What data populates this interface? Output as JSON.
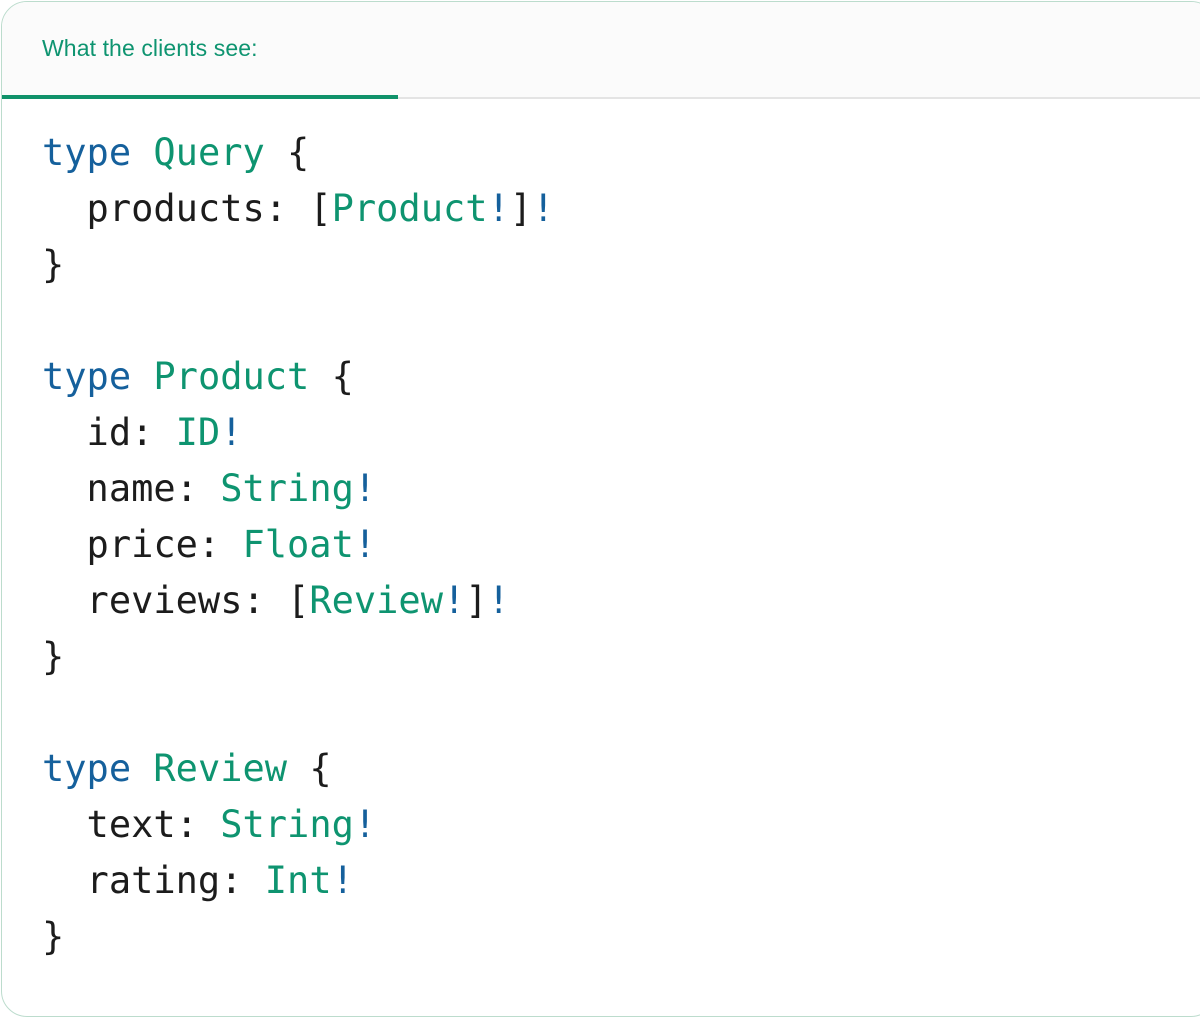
{
  "card": {
    "border_color": "#bcdccd",
    "background": "#ffffff"
  },
  "header": {
    "active_tab_label": "What the clients see:",
    "accent_color": "#0e9470",
    "underline_color": "#10926a",
    "strip_background": "#fbfbfb",
    "divider_color": "#e4e4e4"
  },
  "syntax_colors": {
    "keyword": "#15609c",
    "type_name": "#0e9470",
    "field_name": "#1c1c1c",
    "punctuation": "#1c1c1c",
    "non_null_bang": "#15609c"
  },
  "code": {
    "language": "graphql",
    "raw": "type Query {\n  products: [Product!]!\n}\n\ntype Product {\n  id: ID!\n  name: String!\n  price: Float!\n  reviews: [Review!]!\n}\n\ntype Review {\n  text: String!\n  rating: Int!\n}",
    "lines": [
      {
        "id": "l1",
        "tokens": [
          {
            "t": "type",
            "c": "kw"
          },
          {
            "t": " ",
            "c": "punct"
          },
          {
            "t": "Query",
            "c": "type"
          },
          {
            "t": " {",
            "c": "punct"
          }
        ]
      },
      {
        "id": "l2",
        "tokens": [
          {
            "t": "  products: ",
            "c": "field"
          },
          {
            "t": "[",
            "c": "punct"
          },
          {
            "t": "Product",
            "c": "type"
          },
          {
            "t": "!",
            "c": "bang"
          },
          {
            "t": "]",
            "c": "punct"
          },
          {
            "t": "!",
            "c": "bang"
          }
        ]
      },
      {
        "id": "l3",
        "tokens": [
          {
            "t": "}",
            "c": "punct"
          }
        ]
      },
      {
        "id": "l4",
        "tokens": []
      },
      {
        "id": "l5",
        "tokens": [
          {
            "t": "type",
            "c": "kw"
          },
          {
            "t": " ",
            "c": "punct"
          },
          {
            "t": "Product",
            "c": "type"
          },
          {
            "t": " {",
            "c": "punct"
          }
        ]
      },
      {
        "id": "l6",
        "tokens": [
          {
            "t": "  id: ",
            "c": "field"
          },
          {
            "t": "ID",
            "c": "type"
          },
          {
            "t": "!",
            "c": "bang"
          }
        ]
      },
      {
        "id": "l7",
        "tokens": [
          {
            "t": "  name: ",
            "c": "field"
          },
          {
            "t": "String",
            "c": "type"
          },
          {
            "t": "!",
            "c": "bang"
          }
        ]
      },
      {
        "id": "l8",
        "tokens": [
          {
            "t": "  price: ",
            "c": "field"
          },
          {
            "t": "Float",
            "c": "type"
          },
          {
            "t": "!",
            "c": "bang"
          }
        ]
      },
      {
        "id": "l9",
        "tokens": [
          {
            "t": "  reviews: ",
            "c": "field"
          },
          {
            "t": "[",
            "c": "punct"
          },
          {
            "t": "Review",
            "c": "type"
          },
          {
            "t": "!",
            "c": "bang"
          },
          {
            "t": "]",
            "c": "punct"
          },
          {
            "t": "!",
            "c": "bang"
          }
        ]
      },
      {
        "id": "l10",
        "tokens": [
          {
            "t": "}",
            "c": "punct"
          }
        ]
      },
      {
        "id": "l11",
        "tokens": []
      },
      {
        "id": "l12",
        "tokens": [
          {
            "t": "type",
            "c": "kw"
          },
          {
            "t": " ",
            "c": "punct"
          },
          {
            "t": "Review",
            "c": "type"
          },
          {
            "t": " {",
            "c": "punct"
          }
        ]
      },
      {
        "id": "l13",
        "tokens": [
          {
            "t": "  text: ",
            "c": "field"
          },
          {
            "t": "String",
            "c": "type"
          },
          {
            "t": "!",
            "c": "bang"
          }
        ]
      },
      {
        "id": "l14",
        "tokens": [
          {
            "t": "  rating: ",
            "c": "field"
          },
          {
            "t": "Int",
            "c": "type"
          },
          {
            "t": "!",
            "c": "bang"
          }
        ]
      },
      {
        "id": "l15",
        "tokens": [
          {
            "t": "}",
            "c": "punct"
          }
        ]
      }
    ]
  }
}
